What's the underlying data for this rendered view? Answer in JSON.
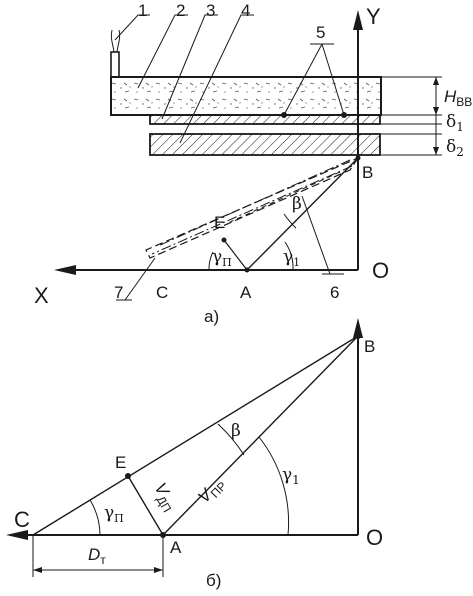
{
  "diagram_a": {
    "callouts": [
      "1",
      "2",
      "3",
      "4",
      "5"
    ],
    "axis_y": "Y",
    "axis_x": "X",
    "origin": "O",
    "dim_h_main": "H",
    "dim_h_sub": "BB",
    "dim_d1_main": "δ",
    "dim_d1_sub": "1",
    "dim_d2_main": "δ",
    "dim_d2_sub": "2",
    "point_b": "B",
    "point_e": "E",
    "point_a": "A",
    "point_c": "C",
    "angle_beta": "β",
    "angle_gp_main": "γ",
    "angle_gp_sub": "П",
    "angle_g1_main": "γ",
    "angle_g1_sub": "1",
    "callout_6": "6",
    "callout_7": "7",
    "caption": "а)"
  },
  "diagram_b": {
    "point_b": "B",
    "point_e": "E",
    "point_c": "C",
    "point_a": "A",
    "origin": "O",
    "angle_beta": "β",
    "angle_g1_main": "γ",
    "angle_g1_sub": "1",
    "angle_gp_main": "γ",
    "angle_gp_sub": "П",
    "vpr_main": "V",
    "vpr_sub": "ПР",
    "vdp_main": "V",
    "vdp_sub": "ДП",
    "dt_main": "D",
    "dt_sub": "т",
    "caption": "б)"
  }
}
